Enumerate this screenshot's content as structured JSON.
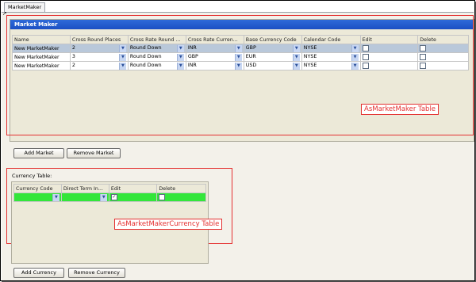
{
  "tab": {
    "label": "MarketMaker"
  },
  "market_panel": {
    "title": "Market Maker",
    "columns": [
      "Name",
      "Cross Round Places",
      "Cross Rate Round ...",
      "Cross Rate Curren...",
      "Base Currency Code",
      "Calendar Code",
      "Edit",
      "Delete"
    ],
    "rows": [
      {
        "name": "New MarketMaker",
        "round_places": "2",
        "round_mode": "Round Down",
        "rate_currency": "INR",
        "base_currency": "GBP",
        "calendar": "NYSE",
        "edit": false,
        "delete": false
      },
      {
        "name": "New MarketMaker",
        "round_places": "3",
        "round_mode": "Round Down",
        "rate_currency": "GBP",
        "base_currency": "EUR",
        "calendar": "NYSE",
        "edit": false,
        "delete": false
      },
      {
        "name": "New MarketMaker",
        "round_places": "2",
        "round_mode": "Round Down",
        "rate_currency": "INR",
        "base_currency": "USD",
        "calendar": "NYSE",
        "edit": false,
        "delete": false
      }
    ],
    "annotation": "AsMarketMaker Table",
    "add_button": "Add Market",
    "remove_button": "Remove Market"
  },
  "currency_section": {
    "label": "Currency Table:",
    "columns": [
      "Currency Code",
      "Direct Term In...",
      "Edit",
      "Delete"
    ],
    "rows": [
      {
        "currency_code": "",
        "direct_term": "",
        "edit": true,
        "delete": false
      }
    ],
    "annotation": "AsMarketMakerCurrency Table",
    "add_button": "Add Currency",
    "remove_button": "Remove Currency"
  },
  "colors": {
    "title_bar": "#2f6ad9",
    "selected_row": "#b9c8da",
    "edit_row": "#33e63a",
    "annotation": "#e43030"
  }
}
